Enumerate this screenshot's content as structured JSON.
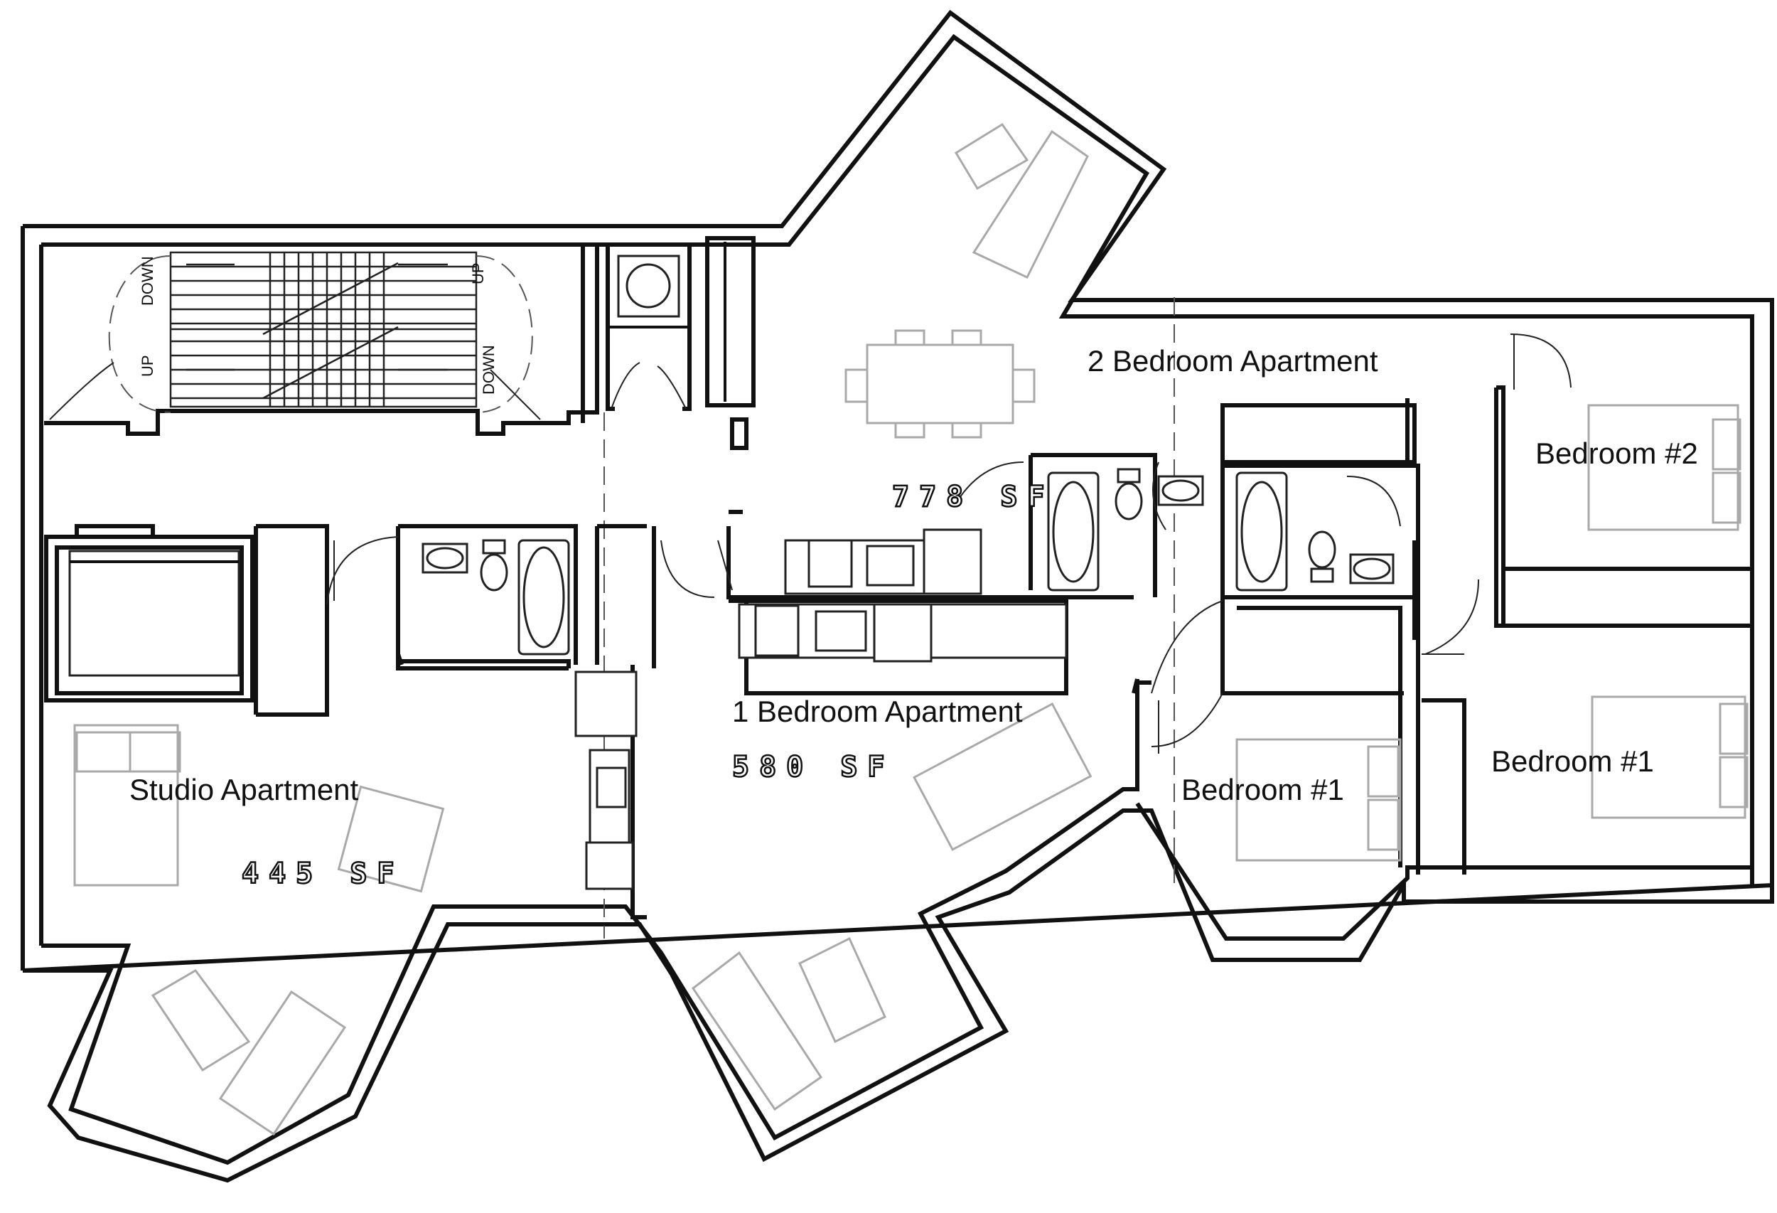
{
  "units": {
    "two_bedroom": {
      "label": "2 Bedroom Apartment",
      "area": "778 SF"
    },
    "one_bedroom": {
      "label": "1 Bedroom Apartment",
      "area": "580 SF"
    },
    "studio": {
      "label": "Studio Apartment",
      "area": "445 SF"
    }
  },
  "rooms": {
    "two_bedroom_bedroom_2": "Bedroom #2",
    "two_bedroom_bedroom_1": "Bedroom #1",
    "one_bedroom_bedroom_1": "Bedroom #1"
  },
  "stairs": {
    "up_left": "UP",
    "down_left": "DOWN",
    "up_right": "UP",
    "down_right": "DOWN"
  }
}
